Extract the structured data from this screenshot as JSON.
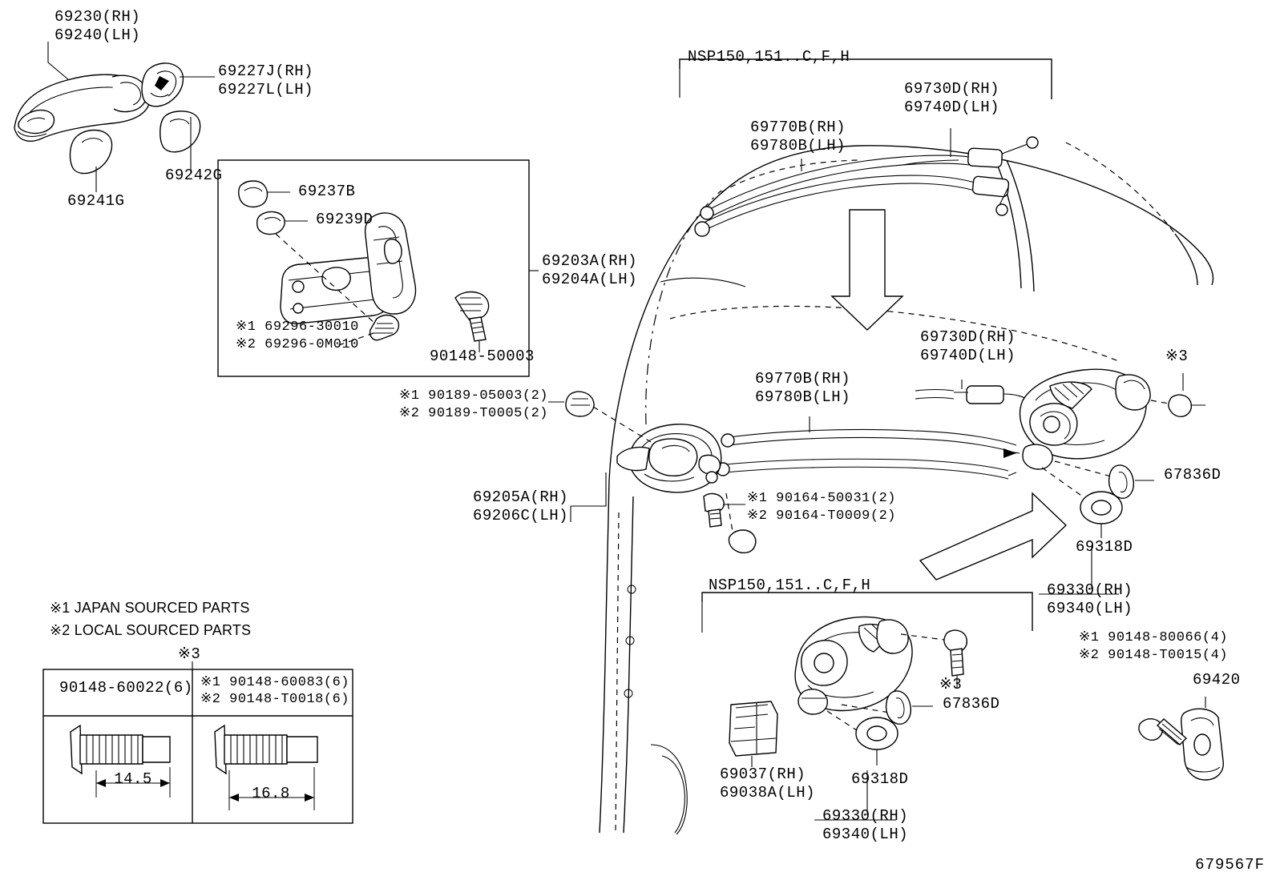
{
  "diagram": {
    "drawing_number": "679567F",
    "notes": [
      "※1 JAPAN SOURCED PARTS",
      "※2 LOCAL SOURCED PARTS"
    ],
    "group_headers": [
      "NSP150,151..C,F,H",
      "NSP150,151..C,F,H"
    ],
    "marks": {
      "m1": "※1",
      "m2": "※2",
      "m3": "※3"
    },
    "labels": [
      {
        "id": "l01",
        "text": "69230(RH)\n69240(LH)"
      },
      {
        "id": "l02",
        "text": "69227J(RH)\n69227L(LH)"
      },
      {
        "id": "l03",
        "text": "69242G"
      },
      {
        "id": "l04",
        "text": "69241G"
      },
      {
        "id": "l05",
        "text": "69237B"
      },
      {
        "id": "l06",
        "text": "69239D"
      },
      {
        "id": "l07",
        "text": "69203A(RH)\n69204A(LH)"
      },
      {
        "id": "l08",
        "text": "※1 69296-30010"
      },
      {
        "id": "l09",
        "text": "※2 69296-0M010"
      },
      {
        "id": "l10",
        "text": "90148-50003"
      },
      {
        "id": "l11",
        "text": "※1 90189-05003(2)"
      },
      {
        "id": "l12",
        "text": "※2 90189-T0005(2)"
      },
      {
        "id": "l13",
        "text": "69205A(RH)\n69206C(LH)"
      },
      {
        "id": "l14",
        "text": "※1 90164-50031(2)"
      },
      {
        "id": "l15",
        "text": "※2 90164-T0009(2)"
      },
      {
        "id": "l16",
        "text": "69730D(RH)\n69740D(LH)"
      },
      {
        "id": "l17",
        "text": "69770B(RH)\n69780B(LH)"
      },
      {
        "id": "l18",
        "text": "69730D(RH)\n69740D(LH)"
      },
      {
        "id": "l19",
        "text": "69770B(RH)\n69780B(LH)"
      },
      {
        "id": "l20",
        "text": "※3"
      },
      {
        "id": "l21",
        "text": "67836D"
      },
      {
        "id": "l22",
        "text": "69318D"
      },
      {
        "id": "l23",
        "text": "69330(RH)\n69340(LH)"
      },
      {
        "id": "l24",
        "text": "※1 90148-80066(4)"
      },
      {
        "id": "l25",
        "text": "※2 90148-T0015(4)"
      },
      {
        "id": "l26",
        "text": "69420"
      },
      {
        "id": "l27",
        "text": "※3"
      },
      {
        "id": "l28",
        "text": "67836D"
      },
      {
        "id": "l29",
        "text": "69318D"
      },
      {
        "id": "l30",
        "text": "69037(RH)\n69038A(LH)"
      },
      {
        "id": "l31",
        "text": "69330(RH)\n69340(LH)"
      }
    ],
    "bolt_table": {
      "header_mark": "※3",
      "cells": [
        {
          "part": "90148-60022(6)",
          "dim": "14.5"
        },
        {
          "part": "※1 90148-60083(6)\n※2 90148-T0018(6)",
          "dim": "16.8"
        }
      ]
    }
  }
}
